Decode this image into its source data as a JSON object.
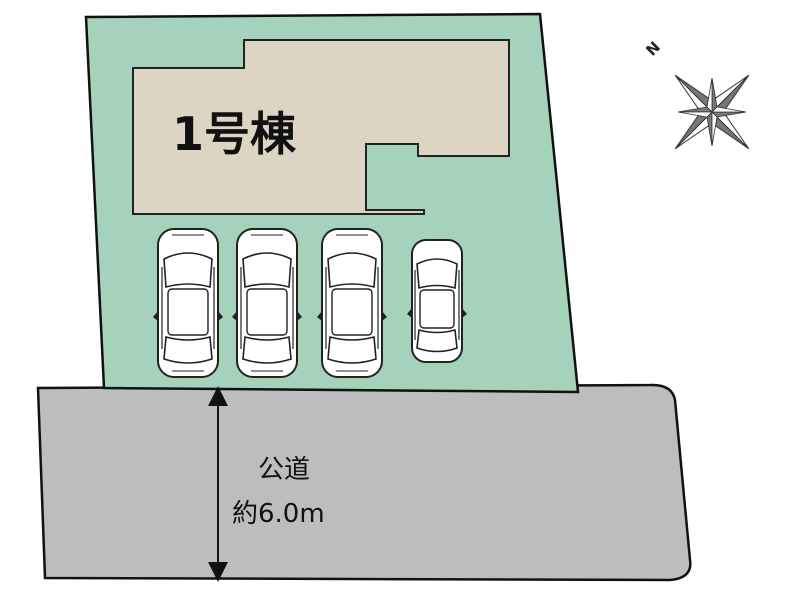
{
  "building": {
    "label": "1号棟"
  },
  "road": {
    "name": "公道",
    "width": "約6.0m"
  },
  "compass": {
    "north_label": "N"
  },
  "parking": {
    "spaces": 4
  },
  "colors": {
    "lot": "#a5d2bb",
    "building": "#ddd5c4",
    "road": "#bdbdbd",
    "outline": "#111111"
  }
}
